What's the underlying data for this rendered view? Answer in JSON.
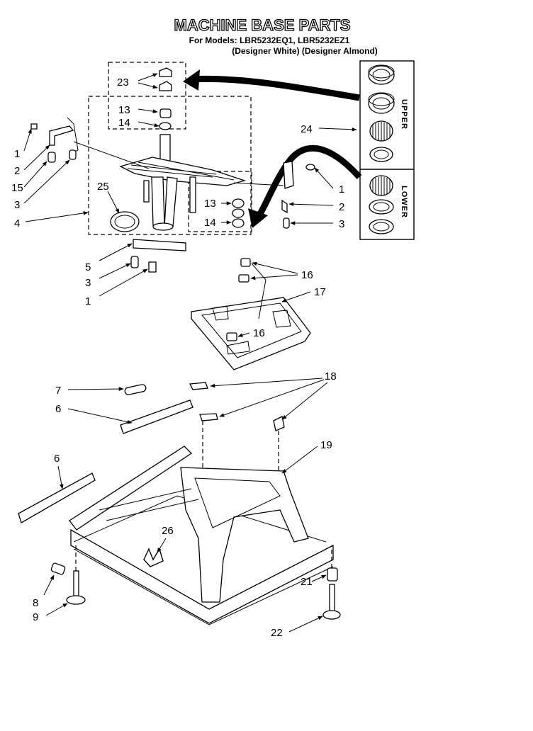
{
  "header": {
    "title": "MACHINE BASE PARTS",
    "models_line": "For Models: LBR5232EQ1, LBR5232EZ1",
    "colors_line": "(Designer White) (Designer Almond)"
  },
  "group_labels": {
    "upper": "UPPER",
    "lower": "LOWER"
  },
  "callouts": {
    "c23": "23",
    "c13a": "13",
    "c14a": "14",
    "c13b": "13",
    "c14b": "14",
    "c24": "24",
    "c25": "25",
    "c1a": "1",
    "c2a": "2",
    "c15": "15",
    "c3a": "3",
    "c4": "4",
    "c1b": "1",
    "c2b": "2",
    "c3b": "3",
    "c5": "5",
    "c3c": "3",
    "c1c": "1",
    "c16a": "16",
    "c17": "17",
    "c16b": "16",
    "c18": "18",
    "c7": "7",
    "c6a": "6",
    "c6b": "6",
    "c19": "19",
    "c26": "26",
    "c8": "8",
    "c9": "9",
    "c21": "21",
    "c22": "22"
  }
}
